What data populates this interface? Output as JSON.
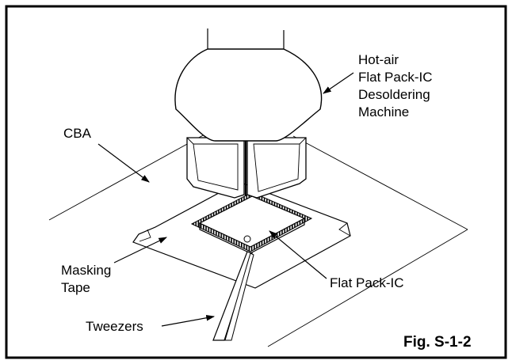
{
  "diagram": {
    "labels": {
      "machine_line1": "Hot-air",
      "machine_line2": "Flat Pack-IC",
      "machine_line3": "Desoldering",
      "machine_line4": "Machine",
      "cba": "CBA",
      "masking_line1": "Masking",
      "masking_line2": "Tape",
      "flat_pack_ic": "Flat Pack-IC",
      "tweezers": "Tweezers"
    },
    "figure_number": "Fig. S-1-2"
  }
}
